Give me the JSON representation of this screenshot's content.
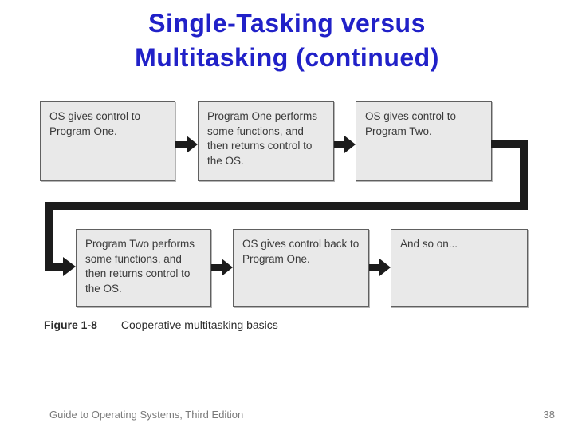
{
  "title": {
    "line1": "Single-Tasking versus",
    "line2": "Multitasking (continued)"
  },
  "diagram": {
    "boxes": [
      "OS gives control to Program One.",
      "Program One performs some functions, and then returns control to the OS.",
      "OS gives control to Program Two.",
      "Program Two performs some functions, and then returns control to the OS.",
      "OS gives control back to Program One.",
      "And so on..."
    ],
    "caption_label": "Figure 1-8",
    "caption_text": "Cooperative multitasking basics"
  },
  "footer": {
    "left": "Guide to Operating Systems, Third Edition",
    "page_number": "38"
  },
  "colors": {
    "title_blue": "#2121c8",
    "box_fill": "#e9e9e9",
    "box_border": "#606060",
    "arrow_black": "#1c1c1c",
    "footer_gray": "#7a7a7a"
  }
}
